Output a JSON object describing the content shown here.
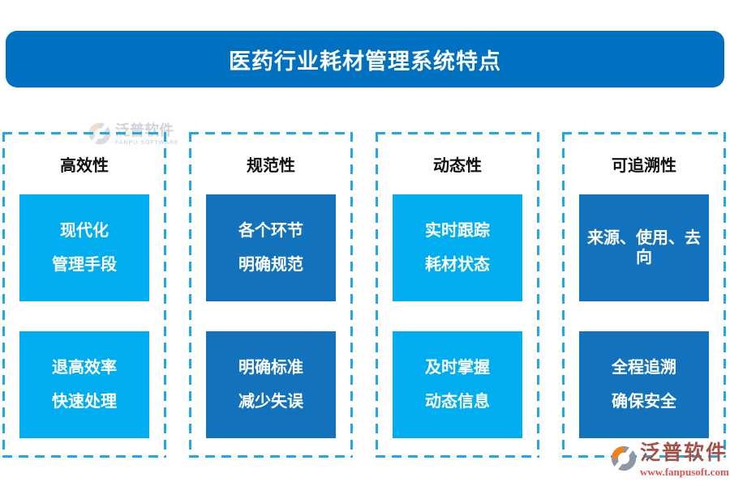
{
  "title": "医药行业耗材管理系统特点",
  "colors": {
    "banner_blue": "#0070C0",
    "box_light": "#00AEEF",
    "box_dark": "#1273BC",
    "dash_blue": "#23A8E7",
    "header_text": "#111111",
    "box_text": "#FFFFFF",
    "wm_top_text": "#C8CCD4",
    "wm_top_sub": "#A9C6E4",
    "wm_brand": "#A3524A",
    "wm_url": "#E05252",
    "logo_orange": "#EE8220",
    "logo_gray": "#8D97A5"
  },
  "columns": [
    {
      "header": "高效性",
      "tone": "light",
      "boxes": [
        {
          "lines": [
            "现代化",
            "管理手段"
          ]
        },
        {
          "lines": [
            "退高效率",
            "快速处理"
          ]
        }
      ]
    },
    {
      "header": "规范性",
      "tone": "dark",
      "boxes": [
        {
          "lines": [
            "各个环节",
            "明确规范"
          ]
        },
        {
          "lines": [
            "明确标准",
            "减少失误"
          ]
        }
      ]
    },
    {
      "header": "动态性",
      "tone": "light",
      "boxes": [
        {
          "lines": [
            "实时跟踪",
            "耗材状态"
          ]
        },
        {
          "lines": [
            "及时掌握",
            "动态信息"
          ]
        }
      ]
    },
    {
      "header": "可追溯性",
      "tone": "dark",
      "boxes": [
        {
          "lines": [
            "来源、使用、去向"
          ]
        },
        {
          "lines": [
            "全程追溯",
            "确保安全"
          ]
        }
      ]
    }
  ],
  "watermark_top": {
    "brand": "泛普软件",
    "subtitle": "FANPU SOFTWARE"
  },
  "watermark_bottom": {
    "brand": "泛普软件",
    "url": "www.fanpusoft.com"
  }
}
